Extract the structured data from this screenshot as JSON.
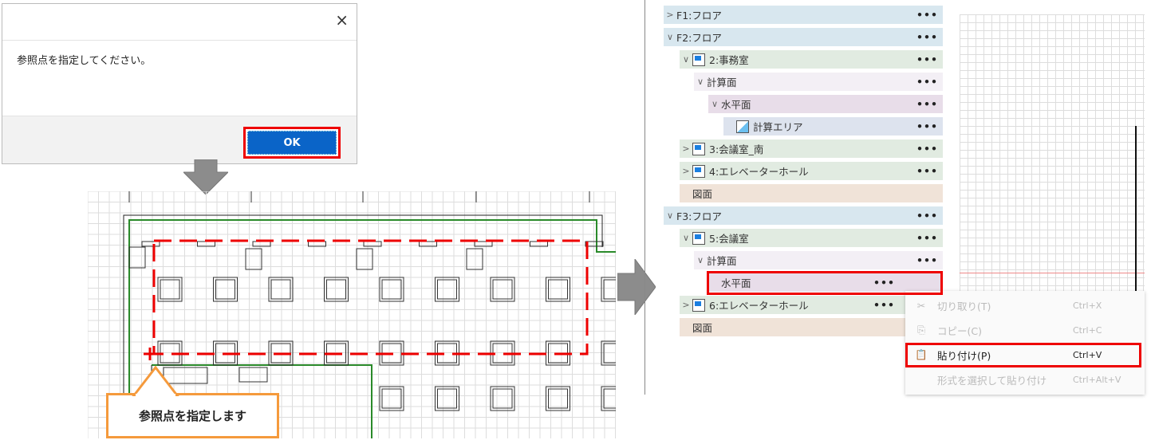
{
  "dialog": {
    "message": "参照点を指定してください。",
    "ok_label": "OK",
    "close": "×"
  },
  "callout": "参照点を指定します",
  "tree": [
    {
      "label": "F1:フロア",
      "level": 0,
      "chev": ">",
      "type": "floor"
    },
    {
      "label": "F2:フロア",
      "level": 0,
      "chev": "∨",
      "type": "floor"
    },
    {
      "label": "2:事務室",
      "level": 1,
      "chev": "∨",
      "type": "room",
      "icon": "room"
    },
    {
      "label": "計算面",
      "level": 2,
      "chev": "∨",
      "type": "calc"
    },
    {
      "label": "水平面",
      "level": 3,
      "chev": "∨",
      "type": "horiz"
    },
    {
      "label": "計算エリア",
      "level": 4,
      "chev": "",
      "type": "area",
      "icon": "area"
    },
    {
      "label": "3:会議室_南",
      "level": 1,
      "chev": ">",
      "type": "room",
      "icon": "room"
    },
    {
      "label": "4:エレベーターホール",
      "level": 1,
      "chev": ">",
      "type": "room",
      "icon": "room"
    },
    {
      "label": "図面",
      "level": 1,
      "chev": "",
      "type": "drawing",
      "nodots": true
    },
    {
      "label": "F3:フロア",
      "level": 0,
      "chev": "∨",
      "type": "floor"
    },
    {
      "label": "5:会議室",
      "level": 1,
      "chev": "∨",
      "type": "room",
      "icon": "room"
    },
    {
      "label": "計算面",
      "level": 2,
      "chev": "∨",
      "type": "calc"
    },
    {
      "label": "水平面",
      "level": 3,
      "chev": "",
      "type": "horiz",
      "selected": true
    },
    {
      "label": "6:エレベーターホール",
      "level": 1,
      "chev": ">",
      "type": "room",
      "icon": "room"
    },
    {
      "label": "図面",
      "level": 1,
      "chev": "",
      "type": "drawing",
      "nodots": true
    }
  ],
  "row_colors": {
    "floor": "#d8e7ef",
    "room": "#e1ebe1",
    "calc": "#f3eff5",
    "horiz": "#e8dde9",
    "area": "#dde3ee",
    "drawing": "#f0e3d8"
  },
  "more": "•••",
  "menu": [
    {
      "label": "切り取り(T)",
      "shortcut": "Ctrl+X",
      "icon": "✂",
      "enabled": false
    },
    {
      "label": "コピー(C)",
      "shortcut": "Ctrl+C",
      "icon": "⎘",
      "enabled": false
    },
    {
      "label": "貼り付け(P)",
      "shortcut": "Ctrl+V",
      "icon": "📋",
      "enabled": true
    },
    {
      "label": "形式を選択して貼り付け",
      "shortcut": "Ctrl+Alt+V",
      "icon": "",
      "enabled": false
    }
  ]
}
